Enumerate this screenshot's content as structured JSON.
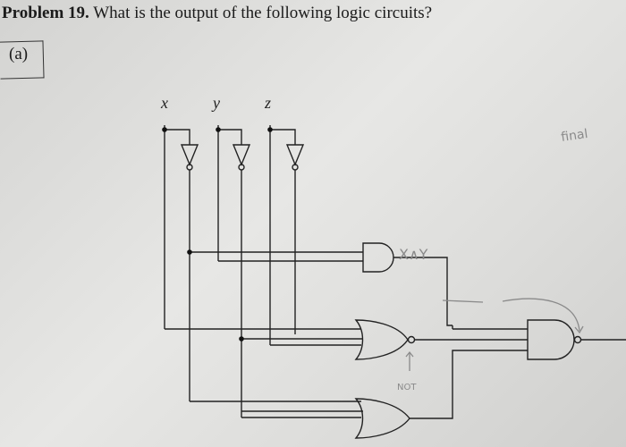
{
  "problem": {
    "number_label": "Problem 19.",
    "question": "What is the output of the following logic circuits?",
    "part_label": "(a)"
  },
  "inputs": {
    "x": "x",
    "y": "y",
    "z": "z"
  },
  "annotations": {
    "and_gate_note": "X∧Y",
    "not_note": "NOT",
    "margin_note": "final"
  }
}
